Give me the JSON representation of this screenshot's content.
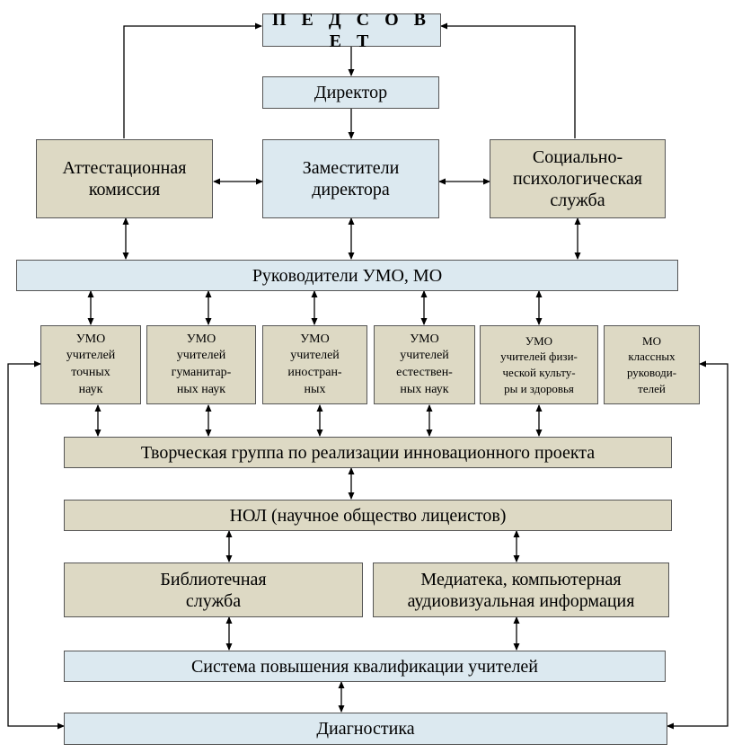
{
  "diagram": {
    "pedsovet": "П Е Д С О В Е Т",
    "director": "Директор",
    "attestation": "Аттестационная\nкомиссия",
    "deputies": "Заместители\nдиректора",
    "social": "Социально-\nпсихологическая\nслужба",
    "umo_heads": "Руководители УМО, МО",
    "umo_exact": "УМО\nучителей\nточных\nнаук",
    "umo_humanities": "УМО\nучителей\nгуманитар-\nных наук",
    "umo_foreign": "УМО\nучителей\nиностран-\nных",
    "umo_natural": "УМО\nучителей\nестествен-\nных наук",
    "umo_pe": "УМО\nучителей физи-\nческой культу-\nры и здоровья",
    "mo_class": "МО\nклассных\nруководи-\nтелей",
    "creative_group": "Творческая группа по реализации инновационного проекта",
    "nol": "НОЛ (научное общество лицеистов)",
    "library": "Библиотечная\nслужба",
    "mediateka": "Медиатека, компьютерная\nаудиовизуальная информация",
    "qualification": "Система повышения квалификации учителей",
    "diagnostics": "Диагностика"
  },
  "colors": {
    "blue_box": "#dce9f0",
    "tan_box": "#ddd9c4",
    "border": "#555555",
    "line": "#000000"
  }
}
